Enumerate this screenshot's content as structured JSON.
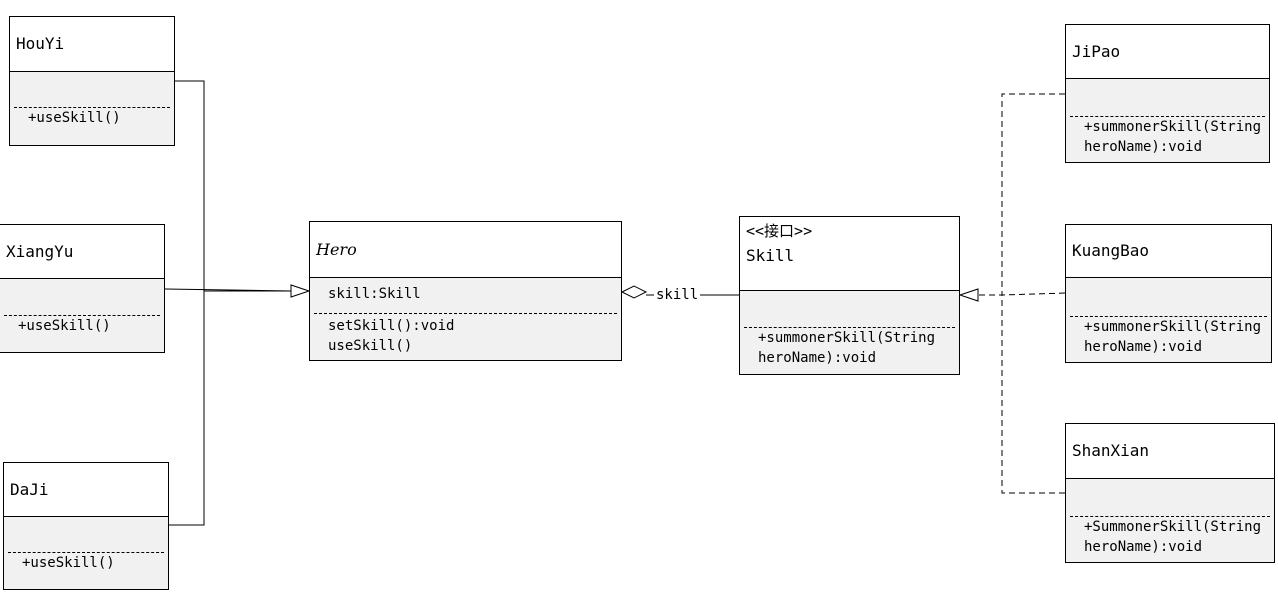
{
  "classes": {
    "houyi": {
      "name": "HouYi",
      "operations": "+useSkill()"
    },
    "xiangyu": {
      "name": "XiangYu",
      "operations": "+useSkill()"
    },
    "daji": {
      "name": "DaJi",
      "operations": "+useSkill()"
    },
    "hero": {
      "name": "Hero",
      "attribute": "skill:Skill",
      "operations": "setSkill():void\nuseSkill()"
    },
    "skill": {
      "stereotype": "<<接口>>",
      "name": "Skill",
      "operations": "+summonerSkill(String\nheroName):void"
    },
    "jipao": {
      "name": "JiPao",
      "operations": "+summonerSkill(String\nheroName):void"
    },
    "kuangbao": {
      "name": "KuangBao",
      "operations": "+summonerSkill(String\nheroName):void"
    },
    "shanxian": {
      "name": "ShanXian",
      "operations": "+SummonerSkill(String\nheroName):void"
    }
  },
  "edges": {
    "aggregation_label": "skill"
  }
}
